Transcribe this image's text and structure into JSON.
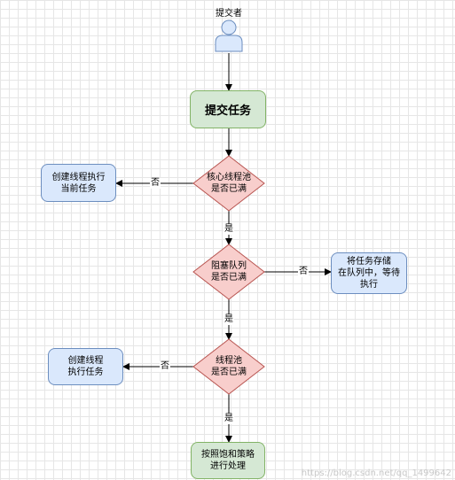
{
  "actor": {
    "label": "提交者"
  },
  "nodes": {
    "submit": "提交任务",
    "core_pool_check": "核心线程池\n是否已满",
    "create_core_thread": "创建线程执行\n当前任务",
    "queue_check": "阻塞队列\n是否已满",
    "queue_store": "将任务存储\n在队列中，等待\n执行",
    "pool_check": "线程池\n是否已满",
    "create_thread": "创建线程\n执行任务",
    "reject": "按照饱和策略\n进行处理"
  },
  "edge_labels": {
    "no": "否",
    "yes": "是"
  },
  "watermark": "https://blog.csdn.net/qq_1499642"
}
